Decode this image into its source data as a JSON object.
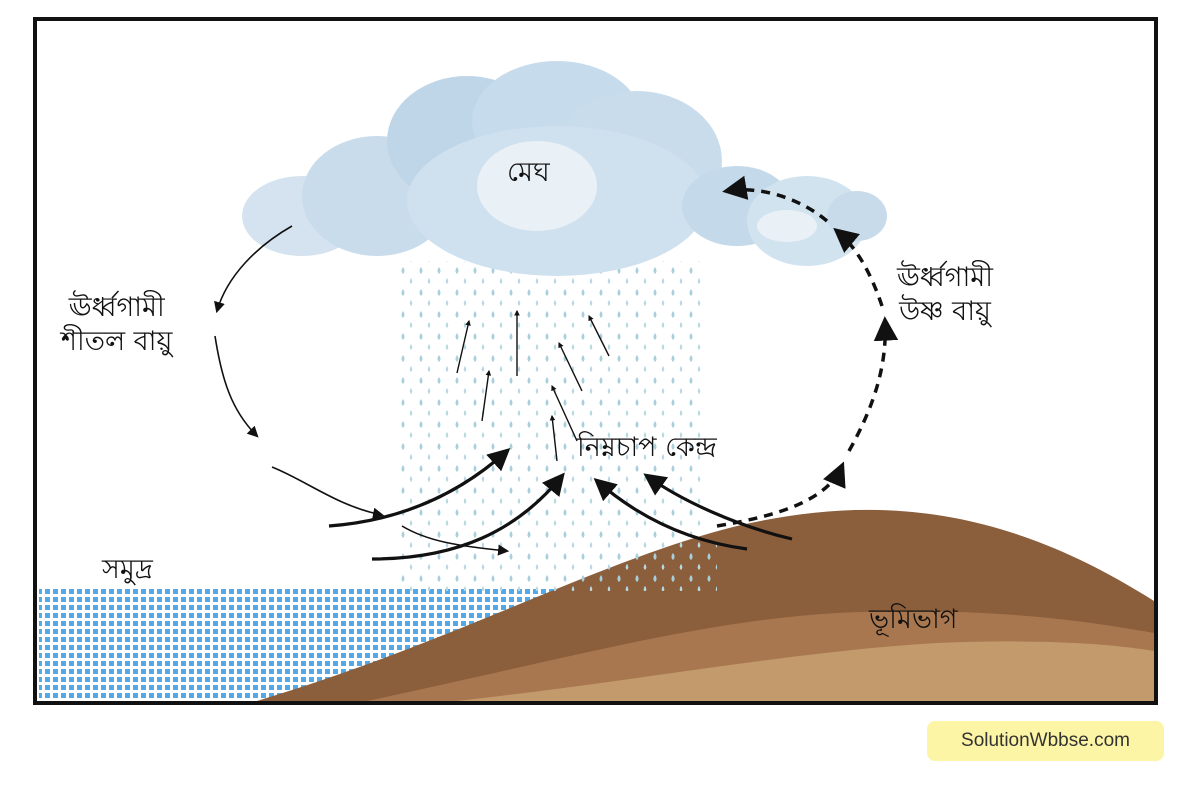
{
  "labels": {
    "cloud": "মেঘ",
    "cold_air_line1": "ঊর্ধ্বগামী",
    "cold_air_line2": "শীতল বায়ু",
    "warm_air_line1": "ঊর্ধ্বগামী",
    "warm_air_line2": "উষ্ণ বায়ু",
    "low_pressure": "নিম্নচাপ কেন্দ্র",
    "sea": "সমুদ্র",
    "land": "ভূমিভাগ"
  },
  "watermark": "SolutionWbbse.com",
  "colors": {
    "cloud": "#c9dcec",
    "rain": "#a7cfdc",
    "sea": "#52a9e6",
    "land_dark": "#8b5e3c",
    "land_mid": "#a8774f",
    "land_light": "#c29a6b",
    "arrow": "#111111"
  }
}
